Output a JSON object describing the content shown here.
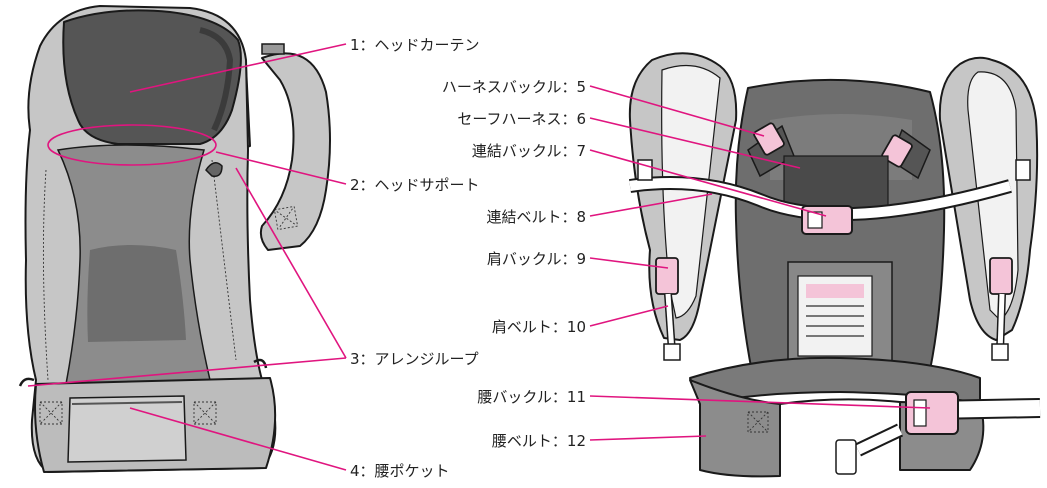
{
  "labels": {
    "l1": "1：ヘッドカーテン",
    "l2": "2：ヘッドサポート",
    "l3": "3：アレンジループ",
    "l4": "4：腰ポケット",
    "l5": "ハーネスバックル：5",
    "l6": "セーフハーネス：6",
    "l7": "連結バックル：7",
    "l8": "連結ベルト：8",
    "l9": "肩バックル：9",
    "l10": "肩ベルト：10",
    "l11": "腰バックル：11",
    "l12": "腰ベルト：12"
  },
  "colors": {
    "leader": "#e0157f",
    "light_gray": "#c6c6c6",
    "mid_gray": "#8c8c8c",
    "dark_gray": "#666666",
    "buckle_pink": "#f4c4d8"
  }
}
